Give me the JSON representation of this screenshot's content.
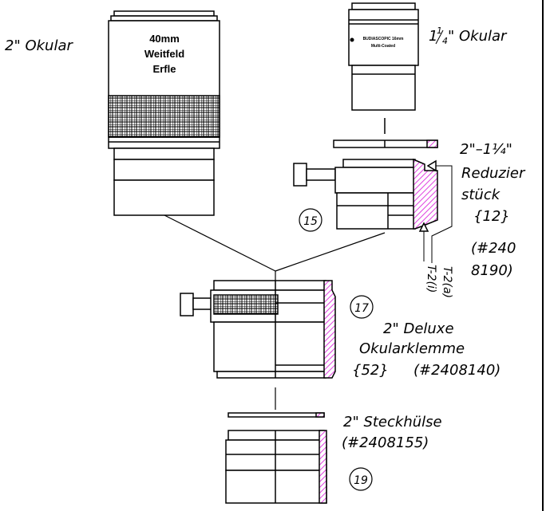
{
  "colors": {
    "ink": "#000000",
    "hatch": "#e040e0",
    "paper": "#ffffff"
  },
  "eyepiece_2": {
    "caption": "2\" Okular",
    "line1": "40mm",
    "line2": "Weitfeld",
    "line3": "Erfle"
  },
  "eyepiece_125": {
    "caption_prefix": "1",
    "caption_sup": "1",
    "caption_sub": "4",
    "caption_suffix": "\" Okular",
    "brand": "BUDIASCOPIC 16mm",
    "coating": "Multi-Coated"
  },
  "reducer": {
    "title": "2\"–1¼\"",
    "line2": "Reduzier",
    "line3": "stück",
    "ref": "{12}",
    "part_line1": "(#240",
    "part_line2": "8190)",
    "number": "15",
    "thread_inner": "T-2(i)",
    "thread_outer": "T-2(a)"
  },
  "clamp": {
    "number": "17",
    "line1": "2\" Deluxe",
    "line2": "Okularklemme",
    "ref": "{52}",
    "part": "(#2408140)"
  },
  "sleeve": {
    "number": "19",
    "line1": "2\" Steckhülse",
    "part": "(#2408155)"
  }
}
